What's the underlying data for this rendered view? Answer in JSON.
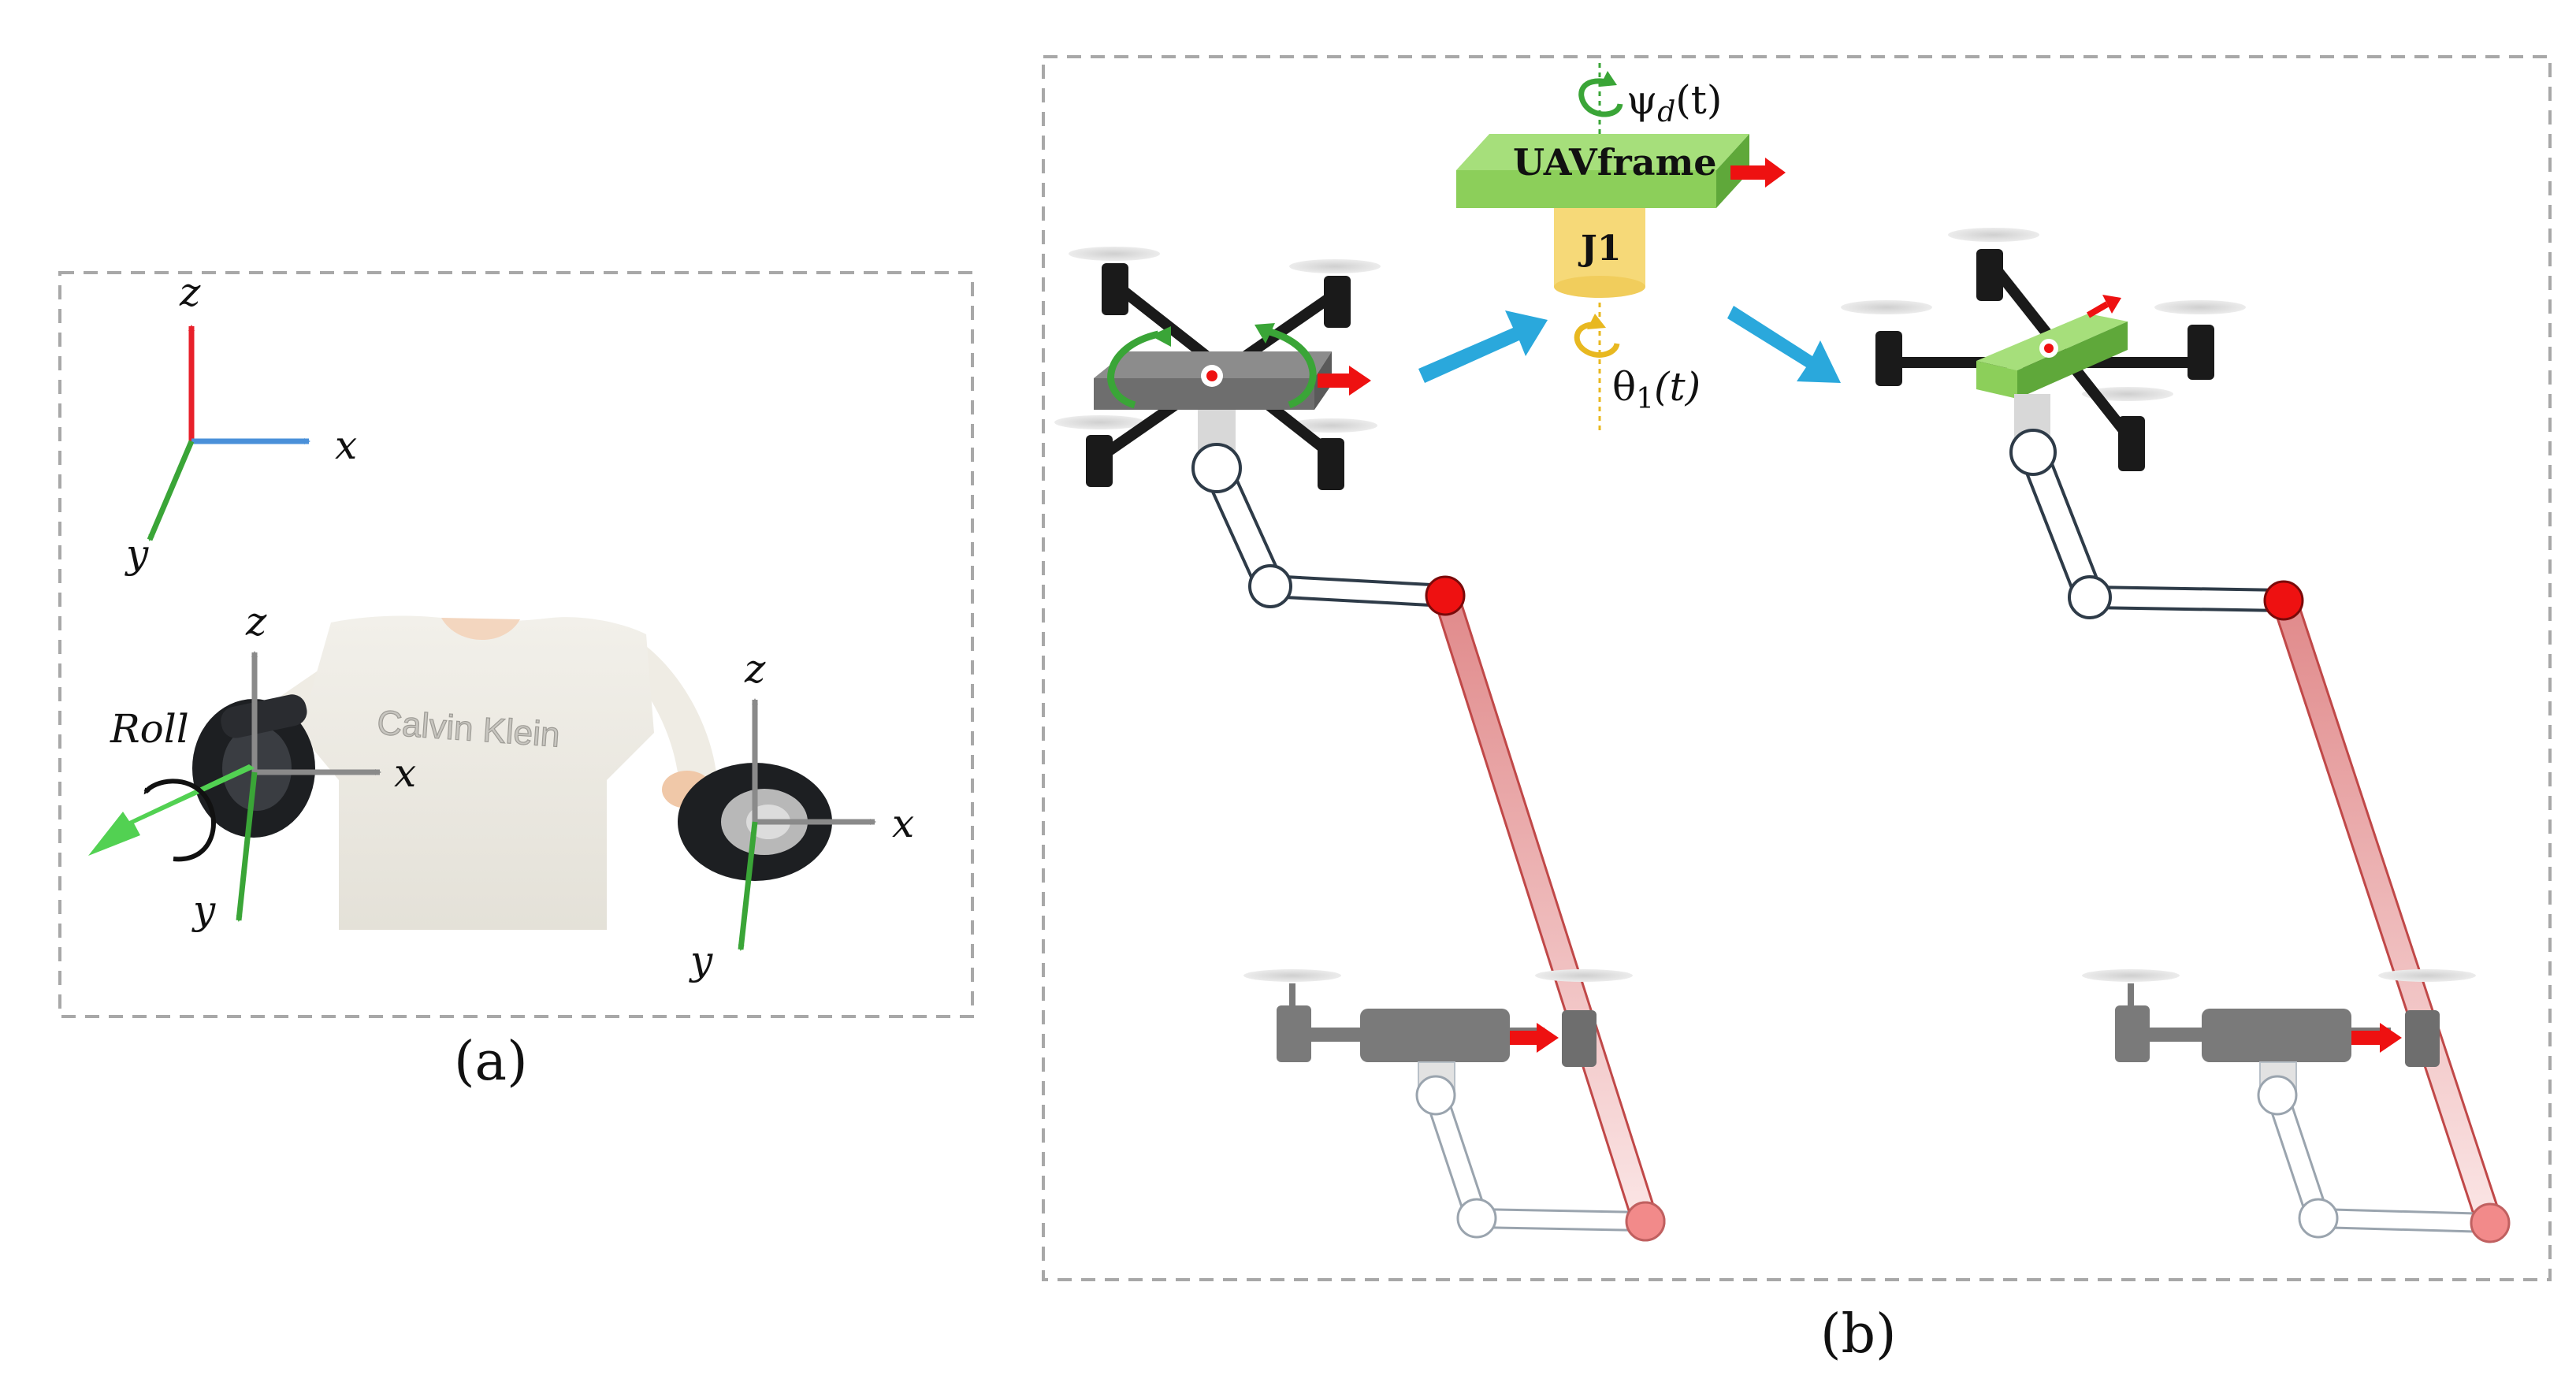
{
  "colors": {
    "frame_border": "#a8a8a8",
    "axis_z": "#e8202a",
    "axis_x": "#4a90d9",
    "axis_y": "#3aa537",
    "axis_gray": "#8a8a8a",
    "roll_arrow": "#52d152",
    "blue_arrow": "#2aa8dc",
    "red_arrow": "#ee1111",
    "uav_green": "#8ccf5a",
    "uav_green_dark": "#5fa83a",
    "joint_yellow": "#f6d978",
    "link_red": "#e9a0a0",
    "drone_black": "#1a1a1a",
    "drone_gray": "#7a7a7a"
  },
  "panel_a": {
    "caption": "(a)",
    "axes_ref": {
      "z": "z",
      "x": "x",
      "y": "y"
    },
    "controller_left": {
      "z": "z",
      "x": "x",
      "y": "y",
      "roll": "Roll"
    },
    "controller_right": {
      "z": "z",
      "x": "x",
      "y": "y"
    },
    "shirt_text": "Calvin Klein"
  },
  "panel_b": {
    "caption": "(b)",
    "yaw_label": {
      "base": "ψ",
      "sub": "d",
      "tail": "(t)"
    },
    "uav_frame_label": "UAVframe",
    "joint_label": "J1",
    "theta_label": {
      "base": "θ",
      "sub": "1",
      "tail": "(t)"
    }
  },
  "icons": [
    "axis-arrows-icon",
    "roll-arrow-icon",
    "yaw-rotation-icon",
    "joint-rotation-icon",
    "blue-transition-arrow-icon",
    "direction-arrow-icon",
    "quadrotor-icon",
    "robot-arm-icon"
  ]
}
